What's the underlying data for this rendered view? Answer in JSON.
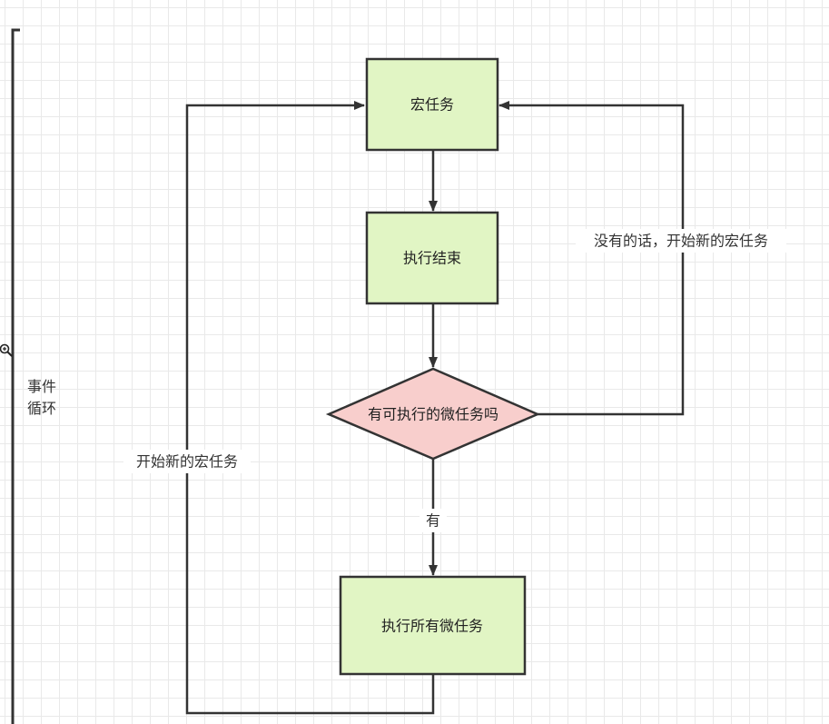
{
  "diagram": {
    "colors": {
      "process_fill": "#e1f5c4",
      "decision_fill": "#f8cecc",
      "stroke": "#333333"
    },
    "nodes": {
      "macro_task": "宏任务",
      "execution_end": "执行结束",
      "has_micro_tasks": "有可执行的微任务吗",
      "execute_all_micro": "执行所有微任务"
    },
    "edge_labels": {
      "yes": "有",
      "no_start_new": "没有的话，开始新的宏任务",
      "start_new": "开始新的宏任务"
    },
    "bracket": {
      "line1": "事件",
      "line2": "循环"
    },
    "zoom_cursor_icon": "zoom-in-cursor-icon"
  }
}
